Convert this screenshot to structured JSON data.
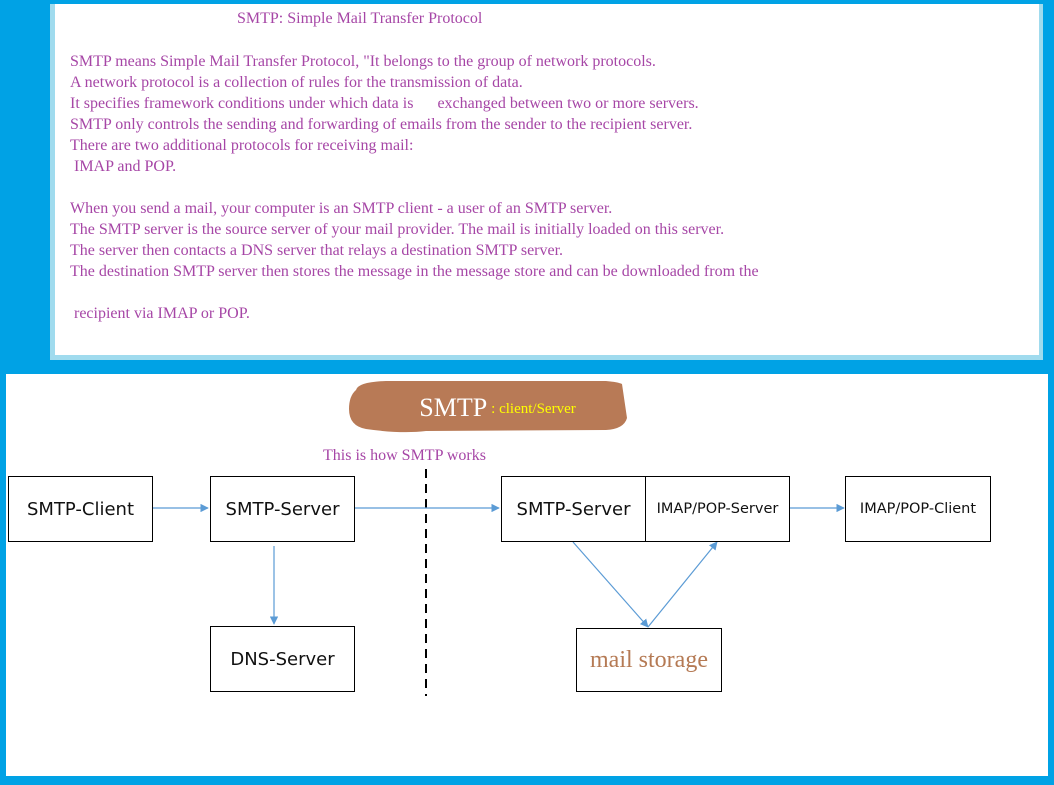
{
  "text_panel": {
    "title": "SMTP: Simple Mail Transfer Protocol",
    "lines": [
      "SMTP means Simple Mail Transfer Protocol, \"It belongs to the group of network protocols.",
      "A network protocol is a collection of rules for the transmission of data.",
      "It specifies framework conditions under which data is      exchanged between two or more servers.",
      "SMTP only controls the sending and forwarding of emails from the sender to the recipient server.",
      "There are two additional protocols for receiving mail:",
      " IMAP and POP.",
      "When you send a mail, your computer is an SMTP client - a user of an SMTP server.",
      "The SMTP server is the source server of your mail provider. The mail is initially loaded on this server.",
      "The server then contacts a DNS server that relays a destination SMTP server.",
      "The destination SMTP server then stores the message in the message store and can be downloaded from the",
      " recipient via IMAP or POP."
    ]
  },
  "diagram": {
    "banner": {
      "main": "SMTP",
      "sub": ": client/Server"
    },
    "caption": "This is how SMTP works",
    "nodes": {
      "smtp_client": "SMTP-Client",
      "smtp_server_src": "SMTP-Server",
      "dns_server": "DNS-Server",
      "smtp_server_dst": "SMTP-Server",
      "imap_pop_server": "IMAP/POP-Server",
      "imap_pop_client": "IMAP/POP-Client",
      "mail_storage": "mail storage"
    },
    "edges": [
      {
        "from": "smtp_client",
        "to": "smtp_server_src"
      },
      {
        "from": "smtp_server_src",
        "to": "dns_server"
      },
      {
        "from": "smtp_server_src",
        "to": "smtp_server_dst"
      },
      {
        "from": "smtp_server_dst",
        "to": "mail_storage"
      },
      {
        "from": "mail_storage",
        "to": "imap_pop_server"
      },
      {
        "from": "imap_pop_server",
        "to": "imap_pop_client"
      }
    ],
    "colors": {
      "text_purple": "#a646a6",
      "banner_fill": "#b87a56",
      "banner_sub": "#ffff00",
      "arrow": "#5b9bd5",
      "frame_blue": "#00a2e5"
    }
  }
}
